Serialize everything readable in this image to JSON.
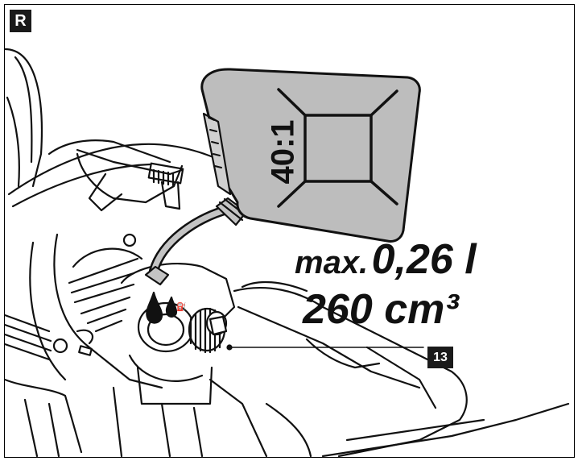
{
  "section": {
    "label": "R"
  },
  "canister": {
    "ratio_label": "40:1"
  },
  "capacity": {
    "prefix": "max.",
    "value_litres": "0,26 l",
    "value_cm3": "260 cm³"
  },
  "callout": {
    "label": "13"
  },
  "colors": {
    "outline": "#111111",
    "canister_fill": "#bdbdbd",
    "canister_body_fill": "#c4c4c4",
    "badge_bg": "#1a1a1a",
    "badge_text": "#ffffff",
    "background": "#ffffff"
  }
}
